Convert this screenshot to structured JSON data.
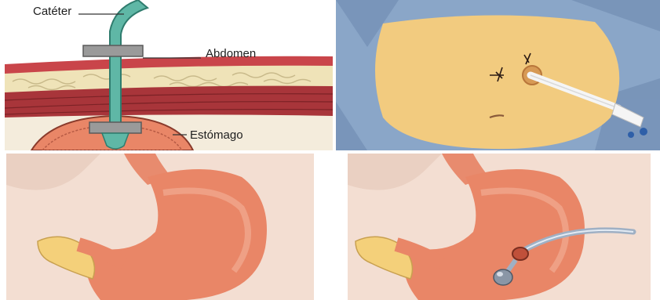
{
  "labels": {
    "catheter": "Catéter",
    "abdomen": "Abdomen",
    "stomach": "Estómago"
  },
  "colors": {
    "catheter_tube": "#5fb7a6",
    "clamp": "#9a9a9a",
    "abdominal_wall": "#a8353a",
    "fat_layer": "#efe3b8",
    "stomach": "#e98667",
    "skin": "#f2cb7f",
    "drape": "#8aa6c8"
  }
}
